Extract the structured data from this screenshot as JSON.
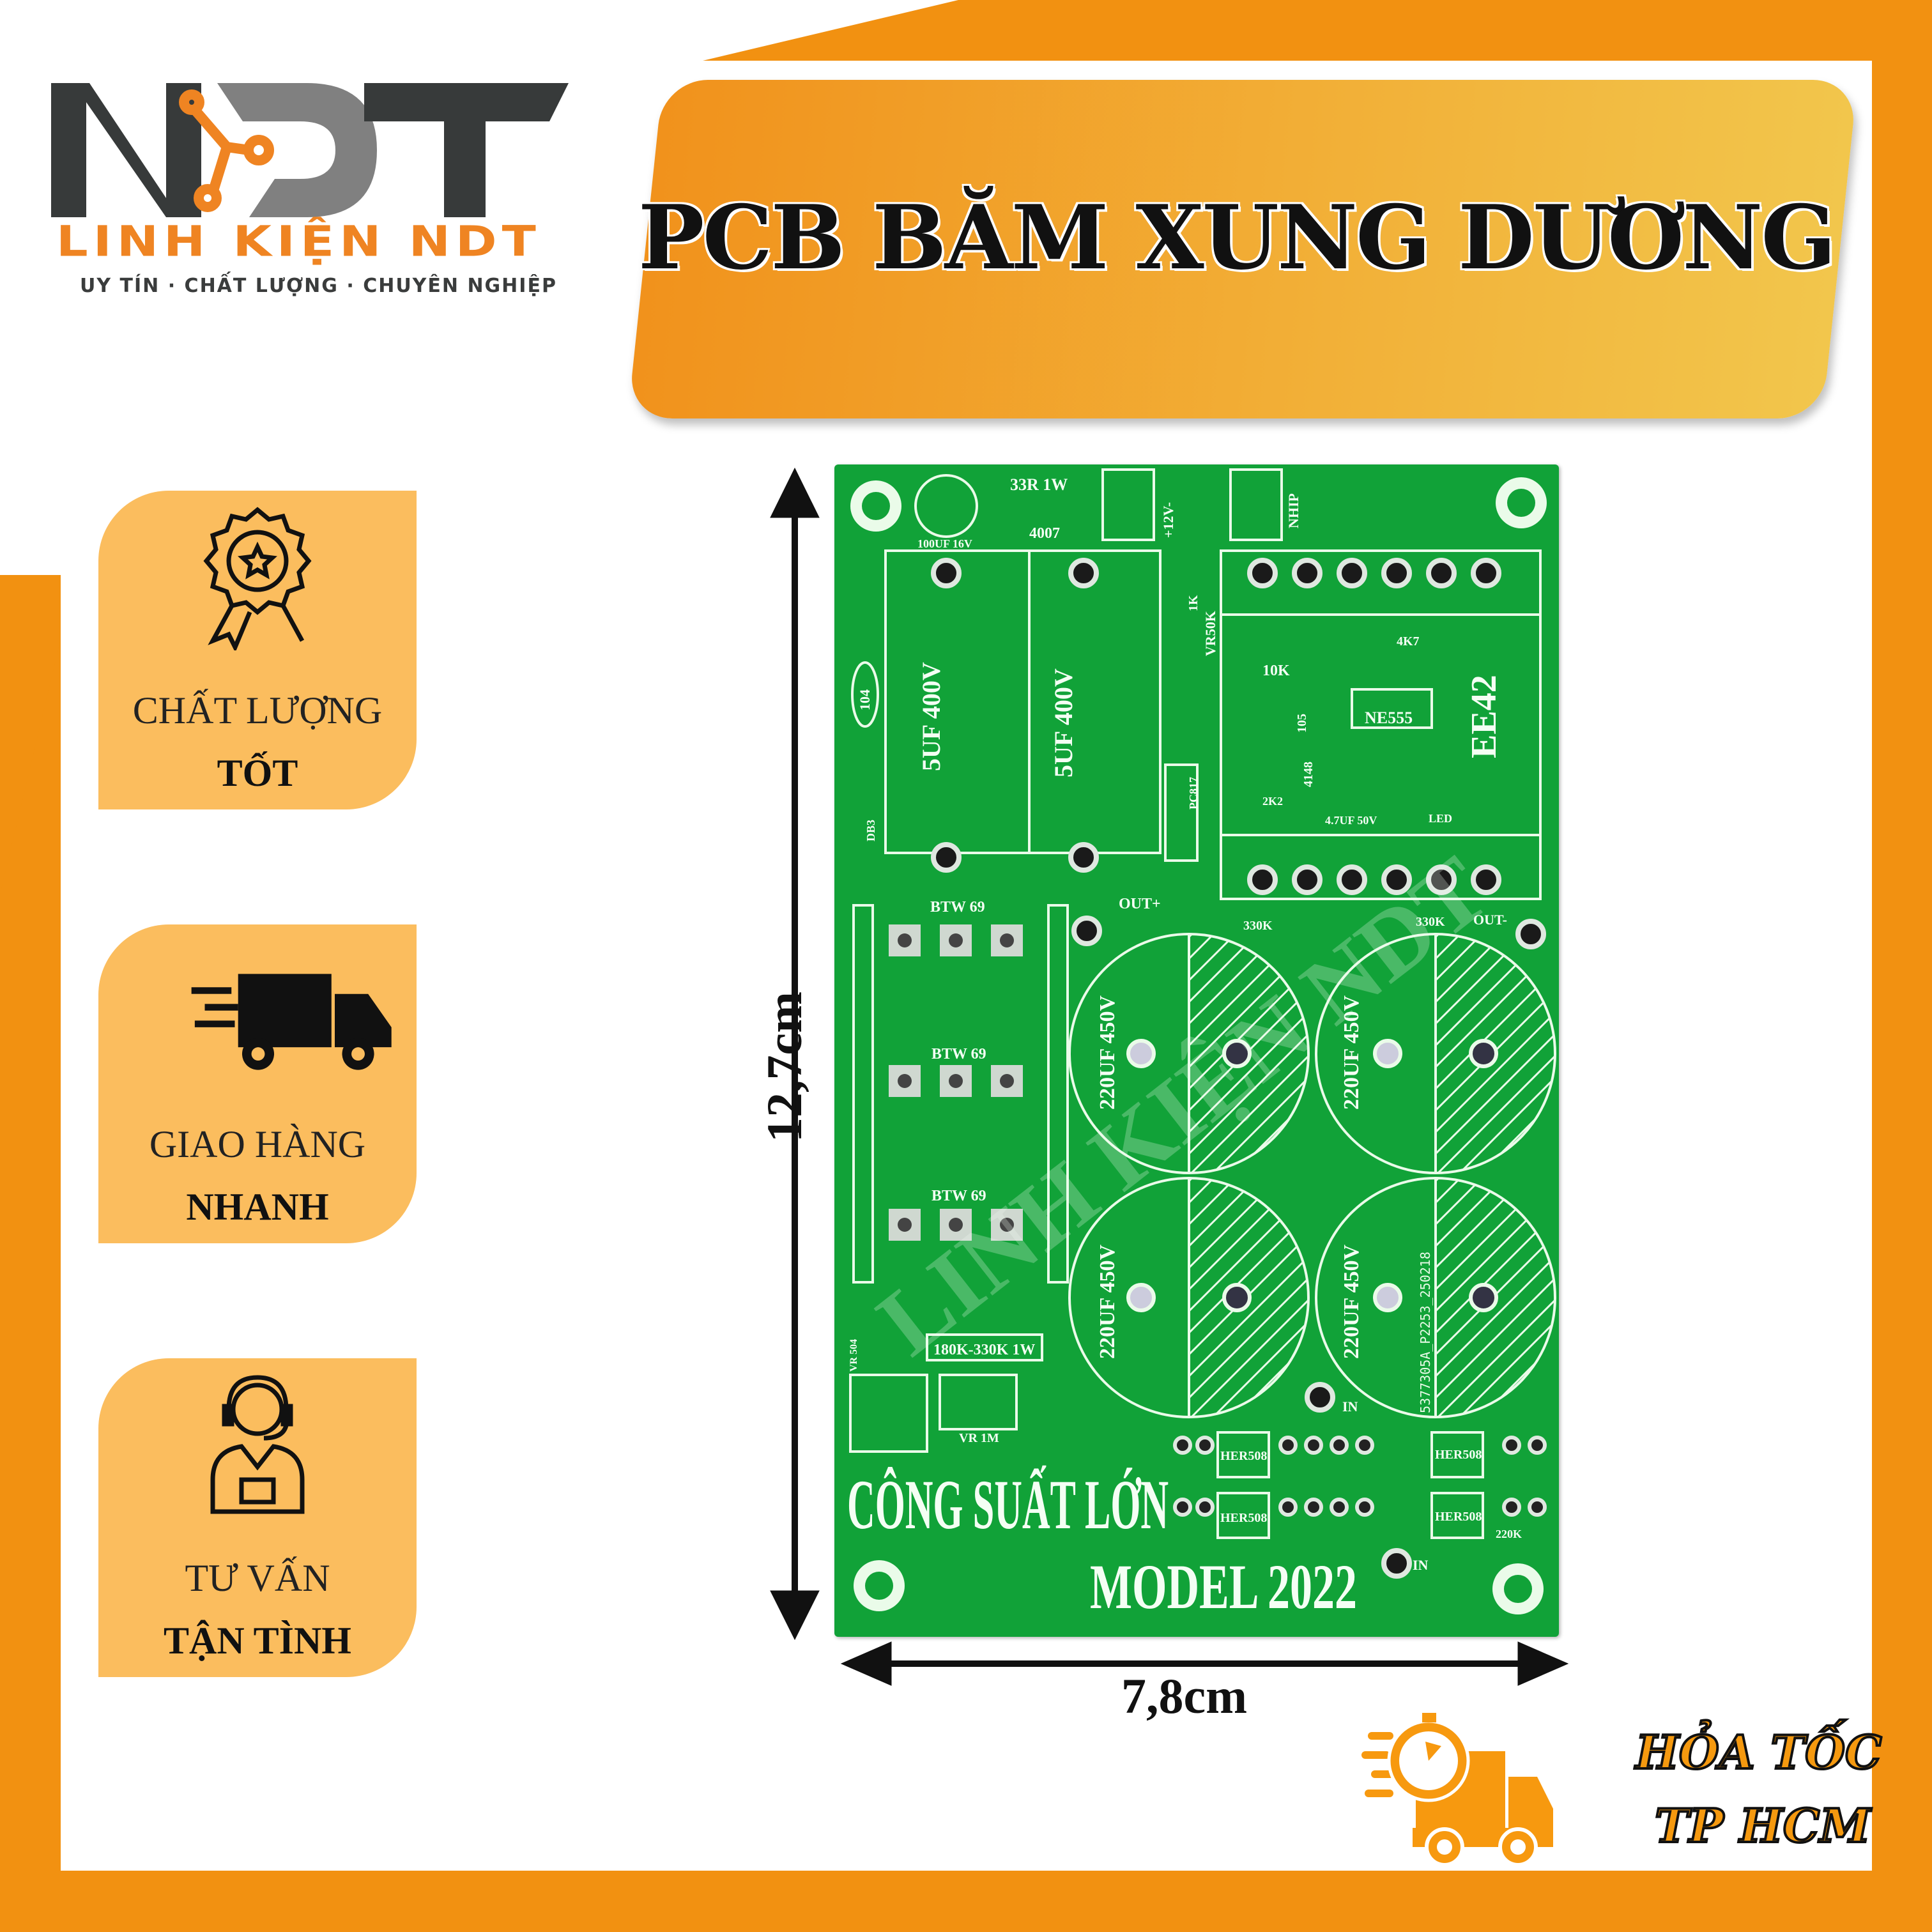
{
  "brand": {
    "logo_letters": "NDT",
    "name": "LINH KIỆN NDT",
    "tagline": "UY TÍN ·  CHẤT LƯỢNG · CHUYÊN  NGHIỆP",
    "colors": {
      "orange": "#ef8422",
      "dark": "#3a3c3c",
      "gray": "#808080"
    }
  },
  "title": "PCB BĂM XUNG DƯƠNG",
  "features": [
    {
      "icon": "quality-badge-icon",
      "line1": "CHẤT LƯỢNG",
      "line2": "TỐT"
    },
    {
      "icon": "delivery-truck-icon",
      "line1": "GIAO HÀNG",
      "line2": "NHANH"
    },
    {
      "icon": "support-agent-icon",
      "line1": "TƯ VẤN",
      "line2": "TẬN TÌNH"
    }
  ],
  "dimensions": {
    "height": "12,7cm",
    "width": "7,8cm"
  },
  "pcb": {
    "color": "#11a238",
    "watermark": "LINH KIỆN NDT",
    "labels": {
      "r33": "33R 1W",
      "d4007": "4007",
      "c100": "100UF 16V",
      "p12v": "+12V-",
      "nhip": "NHIP",
      "r1k": "1K",
      "vr50k": "VR50K",
      "r10k": "10K",
      "r4k7": "4K7",
      "ee42": "EE42",
      "ne555": "NE555",
      "c105": "105",
      "d4148": "4148",
      "r2k2": "2K2",
      "c47": "4.7UF 50V",
      "led": "LED",
      "pc817": "PC817",
      "c104": "104",
      "db3": "DB3",
      "c5uf": "5UF 400V",
      "btw": "BTW 69",
      "outp": "OUT+",
      "r330k": "330K",
      "outm": "OUT-",
      "c220": "220UF 450V",
      "code": "5377305A_P2253_250218",
      "in": "IN",
      "r180": "180K-330K 1W",
      "vr504": "VR 504",
      "vr1m": "VR 1M",
      "her": "HER508",
      "r220k": "220K",
      "cong": "CÔNG SUẤT LỚN",
      "model": "MODEL 2022"
    }
  },
  "shipping": {
    "line1": "HỎA TỐC",
    "line2": "TP HCM",
    "icon": "express-truck-stopwatch-icon"
  }
}
